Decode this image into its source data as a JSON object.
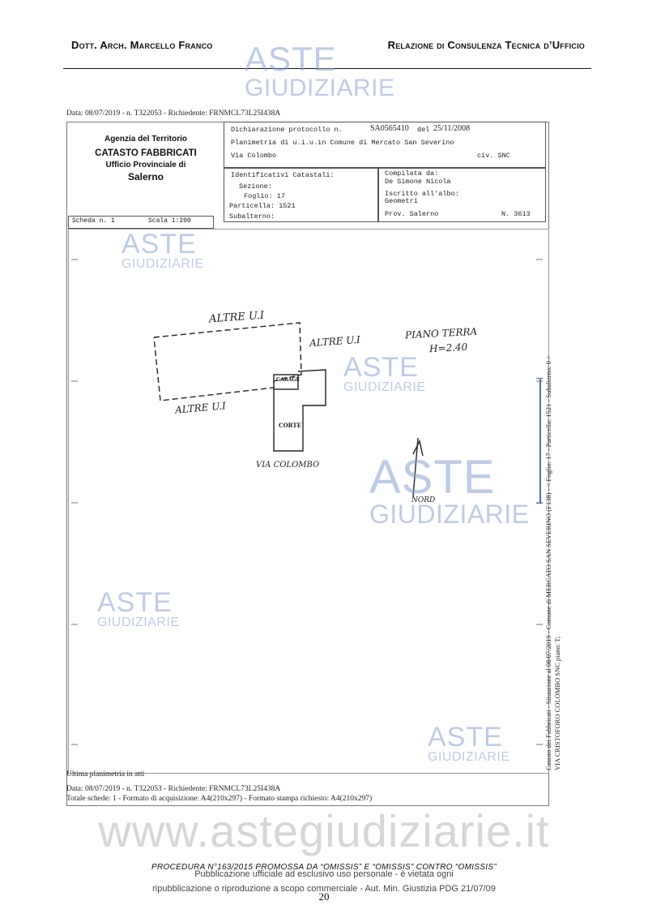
{
  "header": {
    "author": "Dott. Arch. Marcello Franco",
    "report_title": "Relazione di Consulenza Tecnica d’Ufficio"
  },
  "document": {
    "top_line": "Data: 08/07/2019 - n. T322053 - Richiedente: FRNMCL73L25I438A",
    "agency": {
      "line1": "Agenzia del Territorio",
      "line2": "CATASTO FABBRICATI",
      "line3": "Ufficio Provinciale di",
      "line4": "Salerno"
    },
    "declaration": {
      "protocol_label": "Dichiarazione protocollo n.",
      "protocol_number": "SA0565410",
      "date_label": "del",
      "date": "25/11/2008",
      "plan_line": "Planimetria di u.i.u.in Comune di Mercato San Severino",
      "street": "Via Colombo",
      "civic": "civ. SNC"
    },
    "cadastral": {
      "label": "Identificativi Catastali:",
      "section": "Sezione:",
      "sheet": "Foglio: 17",
      "parcel": "Particella: 1521",
      "subordinate": "Subalterno:"
    },
    "compiler": {
      "label": "Compilata da:",
      "name": "De Simone Nicola",
      "register_label": "Iscritto all'albo:",
      "register": "Geometri",
      "province": "Prov. Salerno",
      "number": "N.  3613"
    },
    "sheet": {
      "label": "Scheda n. 1",
      "scale": "Scala 1:200"
    },
    "plan_labels": {
      "other_unit_top": "ALTRE U.I",
      "other_unit_right": "ALTRE U.I",
      "other_unit_bottom": "ALTRE U.I",
      "floor": "PIANO TERRA",
      "height": "H=2.40",
      "garage": "GARAGE",
      "court": "CORTE",
      "street": "VIA COLOMBO",
      "north": "NORD"
    },
    "side_text": {
      "line1": "Catasto dei Fabbricati - Situazione al 08/07/2019 - Comune di MERCATO SAN SEVERINO (F138) - < Foglio: 17 - Particella: 1521 - Subalterno: 0 >",
      "line2": "VIA CRISTOFORO COLOMBO SNC piano: T;"
    },
    "bottom": {
      "last_plan": "Ultima planimetria in atti",
      "data_line": "Data: 08/07/2019 - n. T322053 - Richiedente: FRNMCL73L25I438A",
      "totals": "Totale schede: 1 - Formato di acquisizione: A4(210x297)  - Formato stampa richiesto: A4(210x297)"
    }
  },
  "watermarks": {
    "aste": "ASTE",
    "giudiziarie": "GIUDIZIARIE",
    "site": "www.astegiudiziarie.it"
  },
  "footer": {
    "procedure": "PROCEDURA N°163/2015 PROMOSSA DA “OMISSIS” E “OMISSIS” CONTRO “OMISSIS”",
    "publication_line1": "Pubblicazione ufficiale ad esclusivo uso personale - è vietata ogni",
    "publication_line2": "ripubblicazione o riproduzione a scopo commerciale - Aut. Min. Giustizia PDG 21/07/09",
    "page_number": "20"
  },
  "colors": {
    "watermark": "#8aa2cf",
    "blue_bar": "#5a6fb3"
  }
}
